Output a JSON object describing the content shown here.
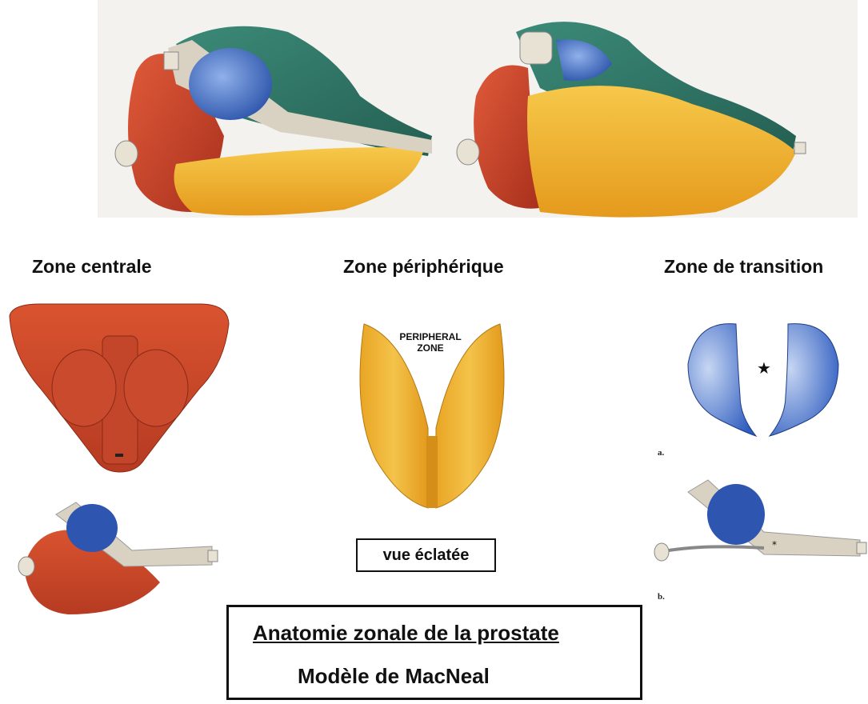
{
  "zones": {
    "central": "Zone centrale",
    "peripheral": "Zone périphérique",
    "transition": "Zone de transition"
  },
  "peripheral_figure_label": "PERIPHERAL ZONE",
  "exploded_view_label": "vue éclatée",
  "transition_sublabels": {
    "a": "a.",
    "b": "b."
  },
  "title": {
    "main": "Anatomie zonale de la prostate",
    "subtitle": "Modèle de MacNeal"
  },
  "colors": {
    "central_zone": "#c9432a",
    "peripheral_zone": "#f0b52a",
    "transition_zone": "#3f6fc4",
    "anterior_stroma": "#2f7a68",
    "urethra": "#d9d2c2"
  }
}
